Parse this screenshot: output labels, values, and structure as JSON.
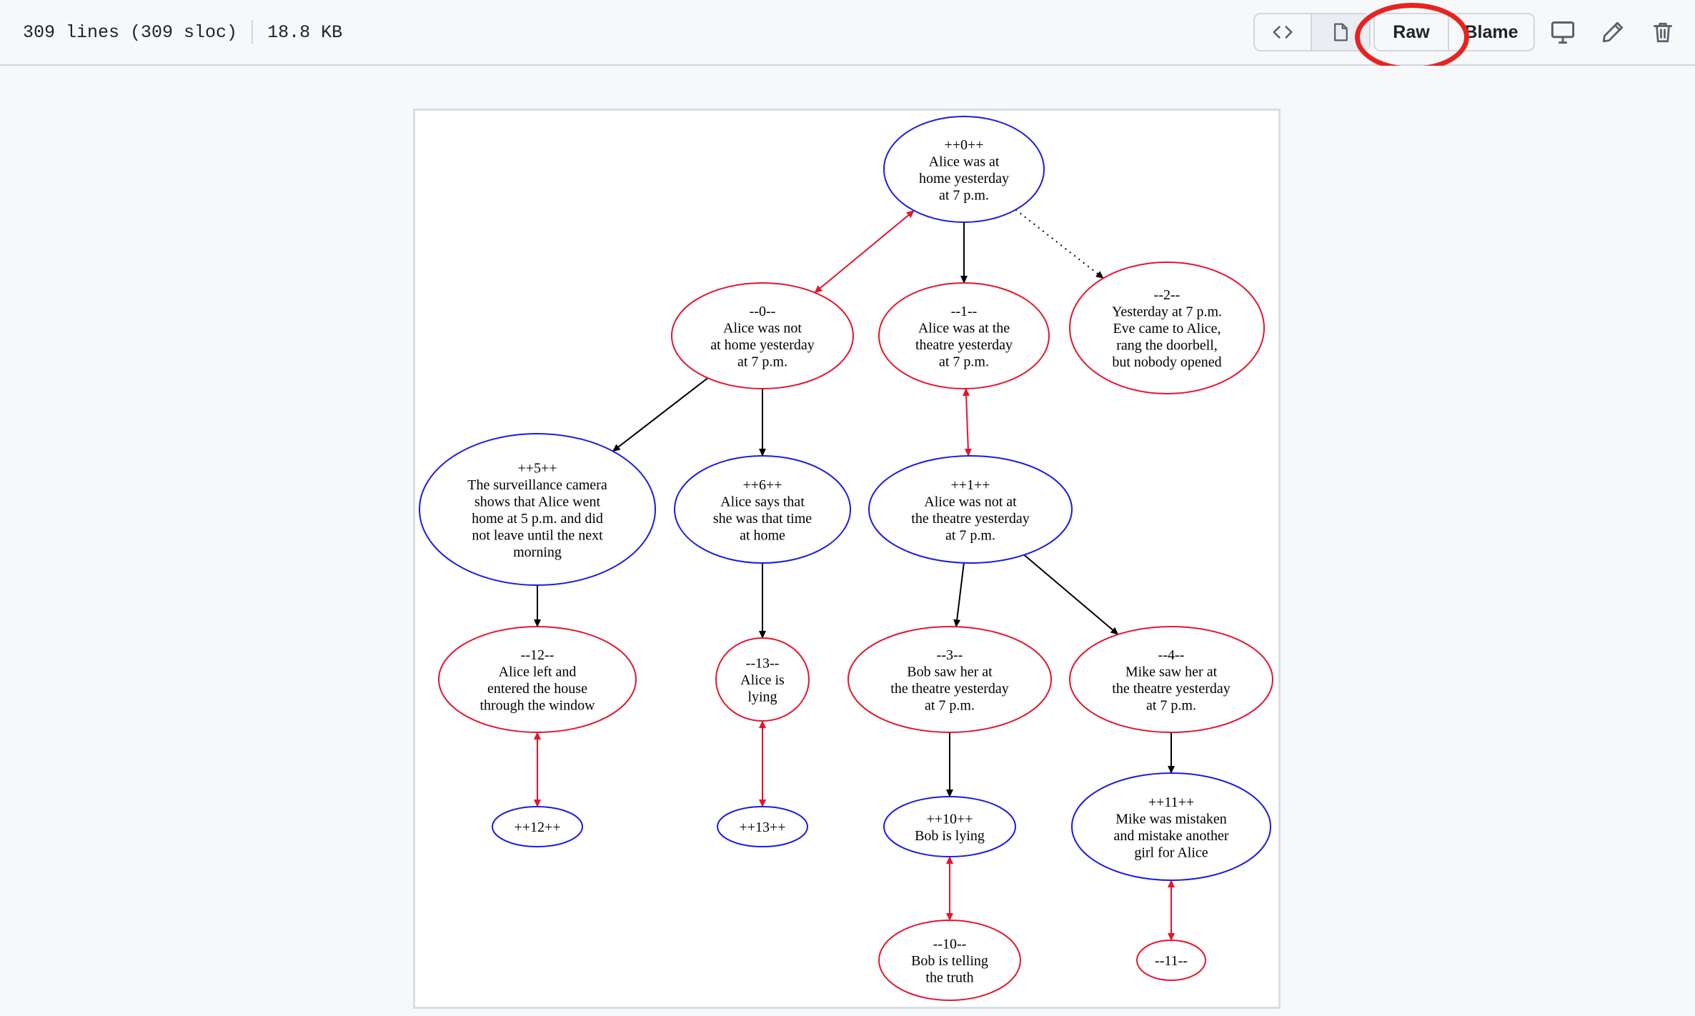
{
  "toolbar": {
    "lines": "309 lines (309 sloc)",
    "size": "18.8 KB",
    "view_buttons": [
      {
        "name": "code-view-button",
        "icon": "code-icon"
      },
      {
        "name": "preview-button",
        "icon": "file-icon"
      }
    ],
    "raw_label": "Raw",
    "blame_label": "Blame",
    "icons": [
      "desktop-icon",
      "pencil-icon",
      "trash-icon"
    ],
    "highlight_color": "#e8231f"
  },
  "graph": {
    "colors": {
      "blue": "#1a1ae6",
      "red": "#e6142b",
      "black": "#000000"
    },
    "nodes": [
      {
        "id": "p0",
        "color": "blue",
        "lines": [
          "++0++",
          "Alice was at",
          "home yesterday",
          "at 7 p.m."
        ]
      },
      {
        "id": "n0",
        "color": "red",
        "lines": [
          "--0--",
          "Alice was not",
          "at home yesterday",
          "at 7 p.m."
        ]
      },
      {
        "id": "n1",
        "color": "red",
        "lines": [
          "--1--",
          "Alice was at the",
          "theatre yesterday",
          "at 7 p.m."
        ]
      },
      {
        "id": "n2",
        "color": "red",
        "lines": [
          "--2--",
          "Yesterday at 7 p.m.",
          "Eve came to Alice,",
          "rang the doorbell,",
          "but nobody opened"
        ]
      },
      {
        "id": "p5",
        "color": "blue",
        "lines": [
          "++5++",
          "The surveillance camera",
          "shows that Alice went",
          "home at 5 p.m. and did",
          "not leave until the next",
          "morning"
        ]
      },
      {
        "id": "p6",
        "color": "blue",
        "lines": [
          "++6++",
          "Alice says that",
          "she was that time",
          "at home"
        ]
      },
      {
        "id": "p1",
        "color": "blue",
        "lines": [
          "++1++",
          "Alice was not at",
          "the theatre yesterday",
          "at 7 p.m."
        ]
      },
      {
        "id": "n12",
        "color": "red",
        "lines": [
          "--12--",
          "Alice left and",
          "entered the house",
          "through the window"
        ]
      },
      {
        "id": "n13",
        "color": "red",
        "lines": [
          "--13--",
          "Alice is",
          "lying"
        ]
      },
      {
        "id": "n3",
        "color": "red",
        "lines": [
          "--3--",
          "Bob saw her at",
          "the theatre yesterday",
          "at 7 p.m."
        ]
      },
      {
        "id": "n4",
        "color": "red",
        "lines": [
          "--4--",
          "Mike saw her at",
          "the theatre yesterday",
          "at 7 p.m."
        ]
      },
      {
        "id": "p12",
        "color": "blue",
        "lines": [
          "++12++"
        ]
      },
      {
        "id": "p13",
        "color": "blue",
        "lines": [
          "++13++"
        ]
      },
      {
        "id": "p10",
        "color": "blue",
        "lines": [
          "++10++",
          "Bob is lying"
        ]
      },
      {
        "id": "p11",
        "color": "blue",
        "lines": [
          "++11++",
          "Mike was mistaken",
          "and mistake another",
          "girl for Alice"
        ]
      },
      {
        "id": "n10",
        "color": "red",
        "lines": [
          "--10--",
          "Bob is telling",
          "the truth"
        ]
      },
      {
        "id": "n11",
        "color": "red",
        "lines": [
          "--11--"
        ]
      }
    ],
    "edges": [
      {
        "from": "p0",
        "to": "n0",
        "style": "conflict"
      },
      {
        "from": "p0",
        "to": "n1",
        "style": "solid"
      },
      {
        "from": "p0",
        "to": "n2",
        "style": "dotted"
      },
      {
        "from": "n0",
        "to": "p5",
        "style": "solid"
      },
      {
        "from": "n0",
        "to": "p6",
        "style": "solid"
      },
      {
        "from": "n1",
        "to": "p1",
        "style": "conflict"
      },
      {
        "from": "p5",
        "to": "n12",
        "style": "solid"
      },
      {
        "from": "p6",
        "to": "n13",
        "style": "solid"
      },
      {
        "from": "p1",
        "to": "n3",
        "style": "solid"
      },
      {
        "from": "p1",
        "to": "n4",
        "style": "solid"
      },
      {
        "from": "n12",
        "to": "p12",
        "style": "conflict"
      },
      {
        "from": "n13",
        "to": "p13",
        "style": "conflict"
      },
      {
        "from": "n3",
        "to": "p10",
        "style": "solid"
      },
      {
        "from": "n4",
        "to": "p11",
        "style": "solid"
      },
      {
        "from": "p10",
        "to": "n10",
        "style": "conflict"
      },
      {
        "from": "p11",
        "to": "n11",
        "style": "conflict"
      }
    ]
  }
}
